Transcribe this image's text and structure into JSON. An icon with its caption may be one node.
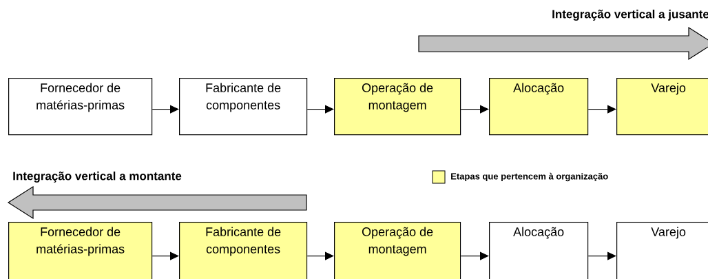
{
  "diagram": {
    "nodes": [
      {
        "text": [
          "Fornecedor de matérias-primas"
        ]
      },
      {
        "text": [
          "Fabricante de componentes"
        ]
      },
      {
        "text": [
          "Operação de montagem"
        ]
      },
      {
        "text": [
          "Alocação"
        ]
      },
      {
        "text": [
          "Varejo"
        ]
      },
      {
        "text": [
          "Fornecedor de matérias-primas"
        ]
      },
      {
        "text": [
          "Fabricante de componentes"
        ]
      },
      {
        "text": [
          "Operação de montagem"
        ]
      },
      {
        "text": [
          "Alocação"
        ]
      },
      {
        "text": [
          "Varejo"
        ]
      }
    ],
    "edges": [
      {
        "from": 0,
        "to": 1,
        "arrow": "to"
      },
      {
        "from": 1,
        "to": 2,
        "arrow": "to"
      },
      {
        "from": 2,
        "to": 3,
        "arrow": "to"
      },
      {
        "from": 3,
        "to": 4,
        "arrow": "to"
      },
      {
        "from": 5,
        "to": 6,
        "arrow": "to"
      },
      {
        "from": 6,
        "to": 7,
        "arrow": "to"
      },
      {
        "from": 7,
        "to": 8,
        "arrow": "to"
      },
      {
        "from": 8,
        "to": 9,
        "arrow": "to"
      }
    ],
    "labels": [
      "Integração vertical a jusante",
      "Integração vertical a montante"
    ],
    "legend": [
      {
        "text": "Etapas que pertencem à organização",
        "color": "#ffff99"
      }
    ]
  }
}
